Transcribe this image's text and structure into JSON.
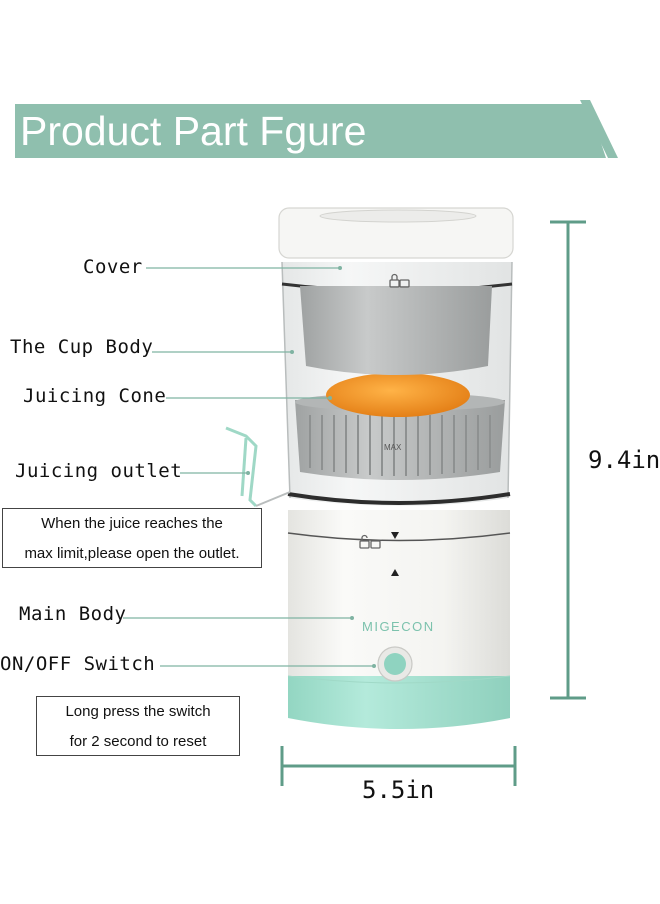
{
  "header": {
    "title": "Product Part Fgure"
  },
  "labels": {
    "cover": "Cover",
    "cup_body": "The Cup Body",
    "juicing_cone": "Juicing Cone",
    "juicing_outlet": "Juicing outlet",
    "main_body": "Main Body",
    "on_off_switch": "ON/OFF Switch"
  },
  "notes": {
    "outlet_line1": "When the juice reaches the",
    "outlet_line2": "max limit,please open the outlet.",
    "reset_line1": "Long press the switch",
    "reset_line2": "for 2 second to reset"
  },
  "product": {
    "brand": "MIGECON",
    "max_mark": "MAX"
  },
  "dimensions": {
    "height": "9.4in",
    "width": "5.5in"
  },
  "colors": {
    "banner": "#8fbfae",
    "dimension_line": "#5f9c88",
    "leader": "#7fb3a2",
    "accent_mint": "#a8e3d2",
    "orange": "#f08a1a"
  },
  "icons": [
    "lock-icon",
    "unlock-icon",
    "arrow-down-icon",
    "arrow-up-icon",
    "power-button-icon"
  ]
}
